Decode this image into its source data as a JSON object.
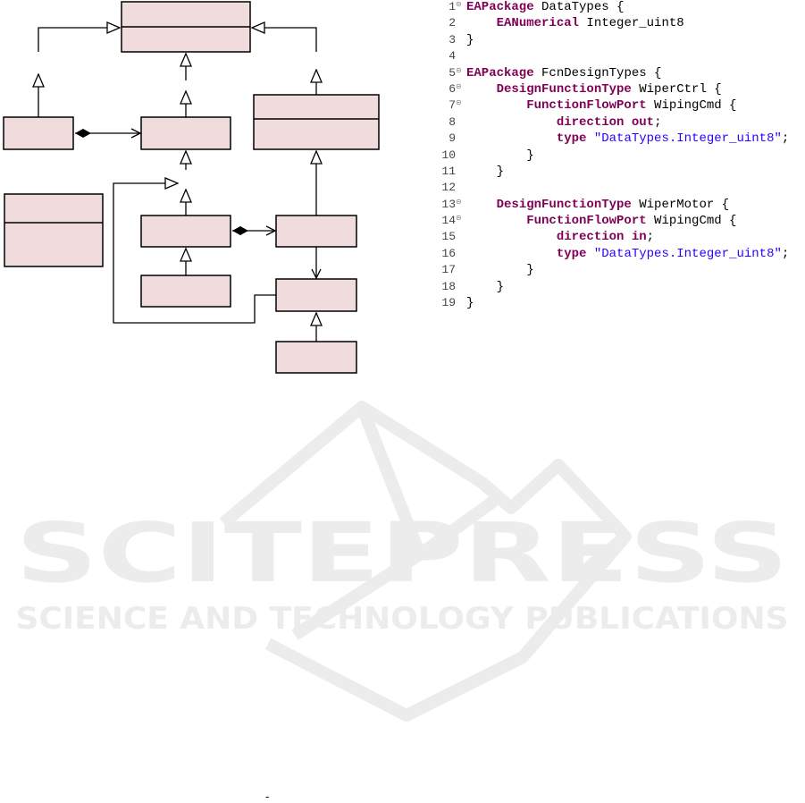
{
  "code": {
    "lines": [
      {
        "n": "1",
        "fold": true,
        "tokens": [
          {
            "t": "EAPackage",
            "c": "kw"
          },
          {
            "t": " DataTypes {",
            "c": ""
          }
        ]
      },
      {
        "n": "2",
        "fold": false,
        "tokens": [
          {
            "t": "    ",
            "c": ""
          },
          {
            "t": "EANumerical",
            "c": "kw"
          },
          {
            "t": " Integer_uint8",
            "c": ""
          }
        ]
      },
      {
        "n": "3",
        "fold": false,
        "tokens": [
          {
            "t": "}",
            "c": ""
          }
        ]
      },
      {
        "n": "4",
        "fold": false,
        "tokens": []
      },
      {
        "n": "5",
        "fold": true,
        "tokens": [
          {
            "t": "EAPackage",
            "c": "kw"
          },
          {
            "t": " FcnDesignTypes {",
            "c": ""
          }
        ]
      },
      {
        "n": "6",
        "fold": true,
        "tokens": [
          {
            "t": "    ",
            "c": ""
          },
          {
            "t": "DesignFunctionType",
            "c": "kw"
          },
          {
            "t": " WiperCtrl {",
            "c": ""
          }
        ]
      },
      {
        "n": "7",
        "fold": true,
        "tokens": [
          {
            "t": "        ",
            "c": ""
          },
          {
            "t": "FunctionFlowPort",
            "c": "kw"
          },
          {
            "t": " WipingCmd {",
            "c": ""
          }
        ]
      },
      {
        "n": "8",
        "fold": false,
        "tokens": [
          {
            "t": "            ",
            "c": ""
          },
          {
            "t": "direction",
            "c": "kw"
          },
          {
            "t": " ",
            "c": ""
          },
          {
            "t": "out",
            "c": "kw"
          },
          {
            "t": ";",
            "c": ""
          }
        ]
      },
      {
        "n": "9",
        "fold": false,
        "tokens": [
          {
            "t": "            ",
            "c": ""
          },
          {
            "t": "type",
            "c": "kw"
          },
          {
            "t": " ",
            "c": ""
          },
          {
            "t": "\"DataTypes.Integer_uint8\"",
            "c": "str"
          },
          {
            "t": ";",
            "c": ""
          }
        ]
      },
      {
        "n": "10",
        "fold": false,
        "tokens": [
          {
            "t": "        }",
            "c": ""
          }
        ]
      },
      {
        "n": "11",
        "fold": false,
        "tokens": [
          {
            "t": "    }",
            "c": ""
          }
        ]
      },
      {
        "n": "12",
        "fold": false,
        "tokens": []
      },
      {
        "n": "13",
        "fold": true,
        "tokens": [
          {
            "t": "    ",
            "c": ""
          },
          {
            "t": "DesignFunctionType",
            "c": "kw"
          },
          {
            "t": " WiperMotor {",
            "c": ""
          }
        ]
      },
      {
        "n": "14",
        "fold": true,
        "tokens": [
          {
            "t": "        ",
            "c": ""
          },
          {
            "t": "FunctionFlowPort",
            "c": "kw"
          },
          {
            "t": " WipingCmd {",
            "c": ""
          }
        ]
      },
      {
        "n": "15",
        "fold": false,
        "tokens": [
          {
            "t": "            ",
            "c": ""
          },
          {
            "t": "direction",
            "c": "kw"
          },
          {
            "t": " ",
            "c": ""
          },
          {
            "t": "in",
            "c": "kw"
          },
          {
            "t": ";",
            "c": ""
          }
        ]
      },
      {
        "n": "16",
        "fold": false,
        "tokens": [
          {
            "t": "            ",
            "c": ""
          },
          {
            "t": "type",
            "c": "kw"
          },
          {
            "t": " ",
            "c": ""
          },
          {
            "t": "\"DataTypes.Integer_uint8\"",
            "c": "str"
          },
          {
            "t": ";",
            "c": ""
          }
        ]
      },
      {
        "n": "17",
        "fold": false,
        "tokens": [
          {
            "t": "        }",
            "c": ""
          }
        ]
      },
      {
        "n": "18",
        "fold": false,
        "tokens": [
          {
            "t": "    }",
            "c": ""
          }
        ]
      },
      {
        "n": "19",
        "fold": false,
        "tokens": [
          {
            "t": "}",
            "c": ""
          }
        ]
      }
    ]
  },
  "watermark": {
    "title": "SCITEPRESS",
    "subtitle": "SCIENCE AND TECHNOLOGY PUBLICATIONS"
  },
  "footnote_mark": "-",
  "colors": {
    "box_fill": "#f0dcdc",
    "box_stroke": "#000000",
    "keyword": "#7f0055",
    "string": "#2a00ff",
    "watermark": "#ececec"
  }
}
